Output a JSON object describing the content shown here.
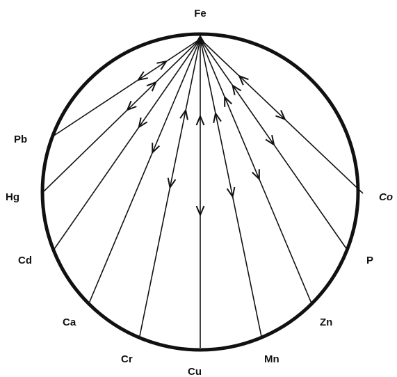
{
  "hub": "Fe",
  "colors": {
    "ink": "#111111",
    "background": "#ffffff"
  },
  "nodes": [
    {
      "label": "Pb",
      "arrows": [
        "toward-node",
        "toward-hub"
      ]
    },
    {
      "label": "Hg",
      "arrows": [
        "toward-node",
        "toward-hub"
      ]
    },
    {
      "label": "Cd",
      "arrows": [
        "toward-node"
      ]
    },
    {
      "label": "Ca",
      "arrows": [
        "toward-node"
      ]
    },
    {
      "label": "Cr",
      "arrows": [
        "toward-hub",
        "toward-node"
      ]
    },
    {
      "label": "Cu",
      "arrows": [
        "toward-hub",
        "toward-node"
      ]
    },
    {
      "label": "Mn",
      "arrows": [
        "toward-hub",
        "toward-node"
      ]
    },
    {
      "label": "Zn",
      "arrows": [
        "toward-hub",
        "toward-node"
      ]
    },
    {
      "label": "P",
      "arrows": [
        "toward-hub",
        "toward-node"
      ]
    },
    {
      "label": "Co",
      "arrows": [
        "toward-hub",
        "toward-node"
      ]
    }
  ]
}
